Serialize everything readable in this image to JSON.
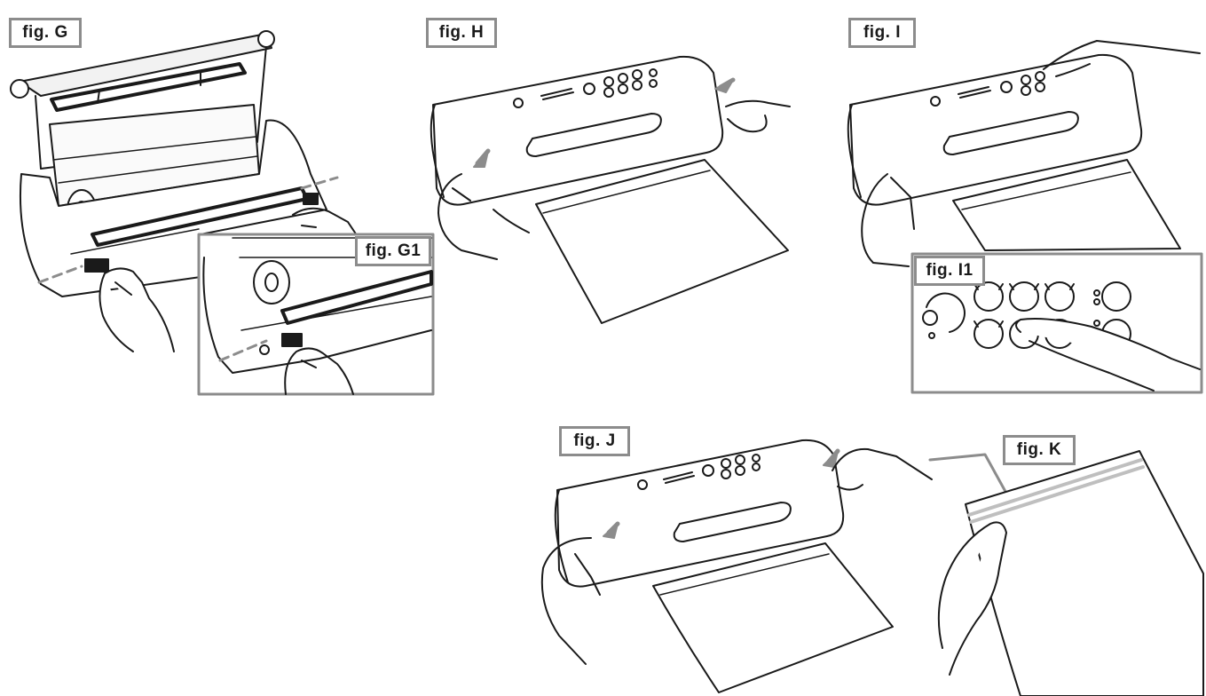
{
  "figures": [
    {
      "id": "g",
      "label": "fig. G"
    },
    {
      "id": "g1",
      "label": "fig. G1"
    },
    {
      "id": "h",
      "label": "fig. H"
    },
    {
      "id": "i",
      "label": "fig. I"
    },
    {
      "id": "i1",
      "label": "fig. I1"
    },
    {
      "id": "j",
      "label": "fig. J"
    },
    {
      "id": "k",
      "label": "fig. K"
    }
  ],
  "colors": {
    "line": "#1a1a1a",
    "frame": "#8c8c8c",
    "arrow": "#8c8c8c",
    "shade": "#d9d9d9",
    "background": "#ffffff"
  },
  "icons": [
    "hand-illustration",
    "vacuum-sealer-illustration",
    "arrow-indicator"
  ]
}
